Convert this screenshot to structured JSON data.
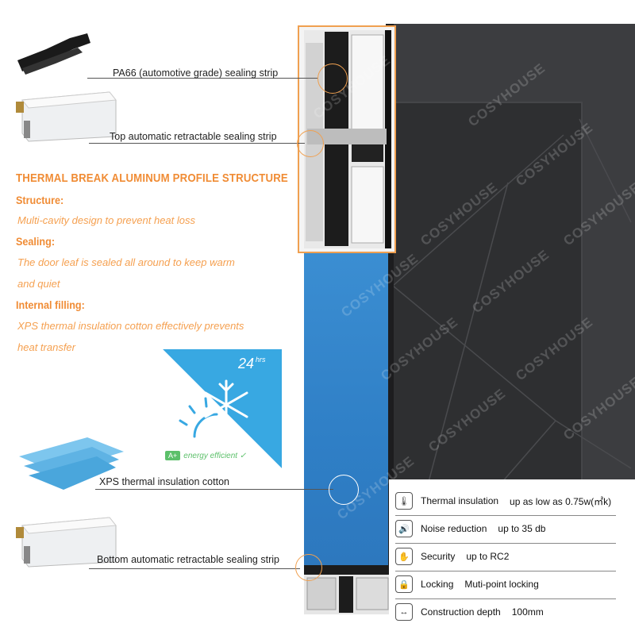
{
  "callouts": {
    "pa66": "PA66 (automotive grade) sealing strip",
    "top_strip": "Top automatic retractable sealing strip",
    "xps": "XPS thermal insulation cotton",
    "bottom_strip": "Bottom automatic retractable sealing strip"
  },
  "structure_section": {
    "heading": "THERMAL BREAK ALUMINUM PROFILE STRUCTURE",
    "items": [
      {
        "title": "Structure:",
        "desc_lines": [
          "Multi-cavity design to prevent heat loss"
        ]
      },
      {
        "title": "Sealing:",
        "desc_lines": [
          "The door leaf is sealed all around to keep warm",
          "and quiet"
        ]
      },
      {
        "title": "Internal filling:",
        "desc_lines": [
          "XPS thermal insulation cotton effectively prevents",
          "heat transfer"
        ]
      }
    ]
  },
  "energy": {
    "hours_num": "24",
    "hours_unit": "hrs",
    "badge": "A+",
    "label": "energy efficient ✓"
  },
  "watermark": "COSYHOUSE",
  "specs": [
    {
      "icon": "thermometer-icon",
      "glyph": "🌡",
      "label": "Thermal insulation",
      "value": "up as low as 0.75w(㎡k)"
    },
    {
      "icon": "sound-icon",
      "glyph": "🔊",
      "label": "Noise reduction",
      "value": "up to 35 db"
    },
    {
      "icon": "hand-icon",
      "glyph": "✋",
      "label": "Security",
      "value": "up to RC2"
    },
    {
      "icon": "lock-icon",
      "glyph": "🔒",
      "label": "Locking",
      "value": "Muti-point locking"
    },
    {
      "icon": "width-arrows-icon",
      "glyph": "↔",
      "label": "Construction depth",
      "value": "100mm"
    }
  ],
  "colors": {
    "accent_orange": "#f08c35",
    "insulation_blue": "#2f7fc6",
    "energy_green": "#5cc06a",
    "door_dark": "#3c3d40"
  }
}
